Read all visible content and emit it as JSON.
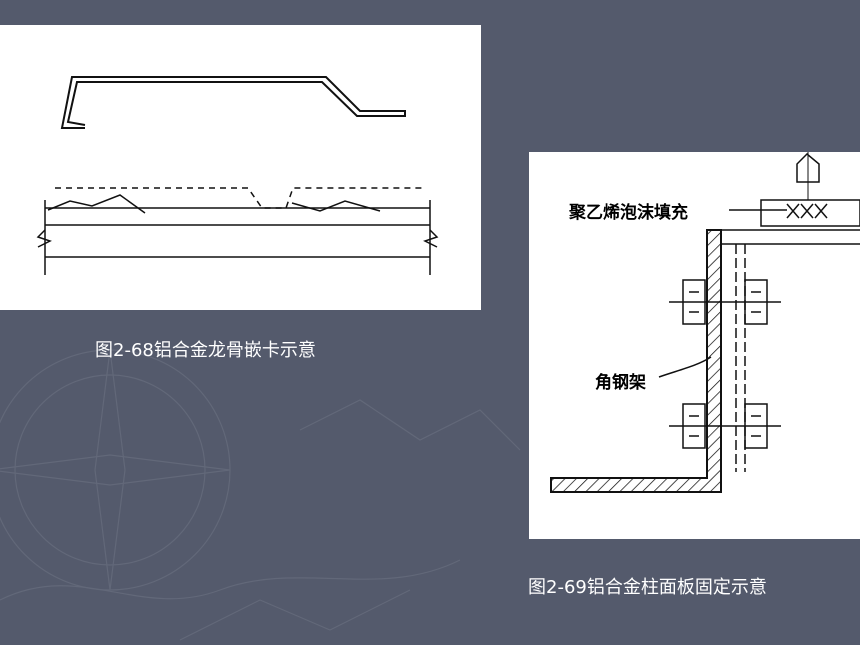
{
  "slide": {
    "background_color": "#545a6c",
    "figure_left": {
      "caption": "图2-68铝合金龙骨嵌卡示意"
    },
    "figure_right": {
      "caption": "图2-69铝合金柱面板固定示意",
      "label_foam": "聚乙烯泡沫填充",
      "label_angle": "角钢架"
    }
  }
}
